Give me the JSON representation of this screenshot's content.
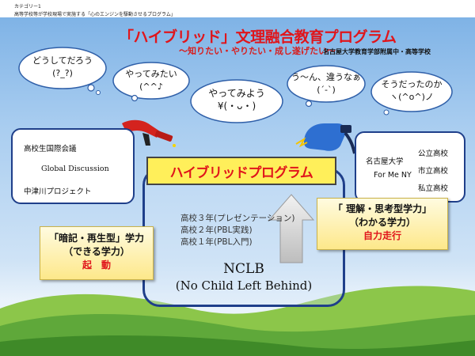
{
  "header": {
    "category_label": "カテゴリー1",
    "caption": "高等学校等が学校現場で実施する「心のエンジンを駆動させるプログラム」"
  },
  "title": "「ハイブリッド」文理融合教育プログラム",
  "subtitle": "～知りたい・やりたい・成し遂げたい～",
  "school_name": "名古屋大学教育学部附属中・高等学校",
  "bubbles": [
    {
      "line1": "どうしてだろう",
      "line2": "(?_?)"
    },
    {
      "line1": "やってみたい",
      "line2": "(^^♪"
    },
    {
      "line1": "やってみよう",
      "line2": "¥(・ᴗ・)"
    },
    {
      "line1": "う～ん、違うなぁ",
      "line2": "(´-`)"
    },
    {
      "line1": "そうだったのか",
      "line2": "ヽ(^o^)ノ"
    }
  ],
  "left_box": {
    "items": [
      "高校生国際会議",
      "Global Discussion",
      "中津川プロジェクト"
    ]
  },
  "right_box": {
    "items": [
      "名古屋大学",
      "公立高校",
      "For Me NY",
      "市立高校",
      "私立高校"
    ]
  },
  "center": {
    "program_label": "ハイブリッドプログラム",
    "grades": [
      "高校３年(プレゼンテーション)",
      "高校２年(PBL実践)",
      "高校１年(PBL入門)"
    ],
    "nclb_line1": "NCLB",
    "nclb_line2": "(No Child Left Behind)"
  },
  "left_panel": {
    "line1": "「暗記・再生型」学力",
    "line2": "（できる学力）",
    "line3": "起　動"
  },
  "right_panel": {
    "line1": "「 理解・思考型学力」",
    "line2": "（わかる学力）",
    "line3": "自力走行"
  },
  "colors": {
    "title_red": "#e0151b",
    "frame_blue": "#1f3f8a",
    "program_yellow": "#ffef5a",
    "sky_blue": "#7fb3e6",
    "grass_green": "#4f9a2f"
  },
  "icons": [
    "fuel-nozzle-icon",
    "ev-charger-plug-icon",
    "up-arrow-icon"
  ]
}
